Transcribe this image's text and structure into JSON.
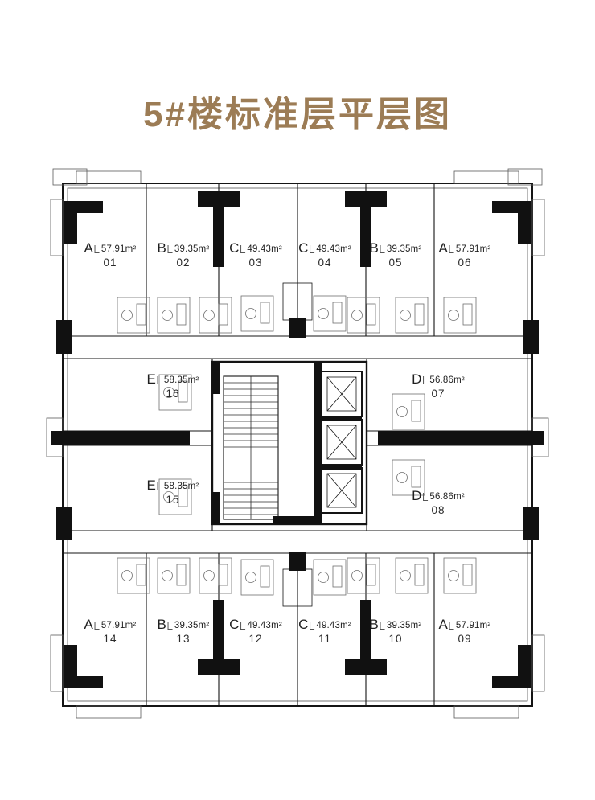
{
  "title": "5#楼标准层平层图",
  "colors": {
    "title": "#9c7c55",
    "wall": "#141414",
    "fixture": "#6f6f6f"
  },
  "units": [
    {
      "type": "A",
      "area": "57.91m²",
      "number": "01"
    },
    {
      "type": "B",
      "area": "39.35m²",
      "number": "02"
    },
    {
      "type": "C",
      "area": "49.43m²",
      "number": "03"
    },
    {
      "type": "C",
      "area": "49.43m²",
      "number": "04"
    },
    {
      "type": "B",
      "area": "39.35m²",
      "number": "05"
    },
    {
      "type": "A",
      "area": "57.91m²",
      "number": "06"
    },
    {
      "type": "D",
      "area": "56.86m²",
      "number": "07"
    },
    {
      "type": "D",
      "area": "56.86m²",
      "number": "08"
    },
    {
      "type": "A",
      "area": "57.91m²",
      "number": "09"
    },
    {
      "type": "B",
      "area": "39.35m²",
      "number": "10"
    },
    {
      "type": "C",
      "area": "49.43m²",
      "number": "11"
    },
    {
      "type": "C",
      "area": "49.43m²",
      "number": "12"
    },
    {
      "type": "B",
      "area": "39.35m²",
      "number": "13"
    },
    {
      "type": "A",
      "area": "57.91m²",
      "number": "14"
    },
    {
      "type": "E",
      "area": "58.35m²",
      "number": "15"
    },
    {
      "type": "E",
      "area": "58.35m²",
      "number": "16"
    }
  ]
}
